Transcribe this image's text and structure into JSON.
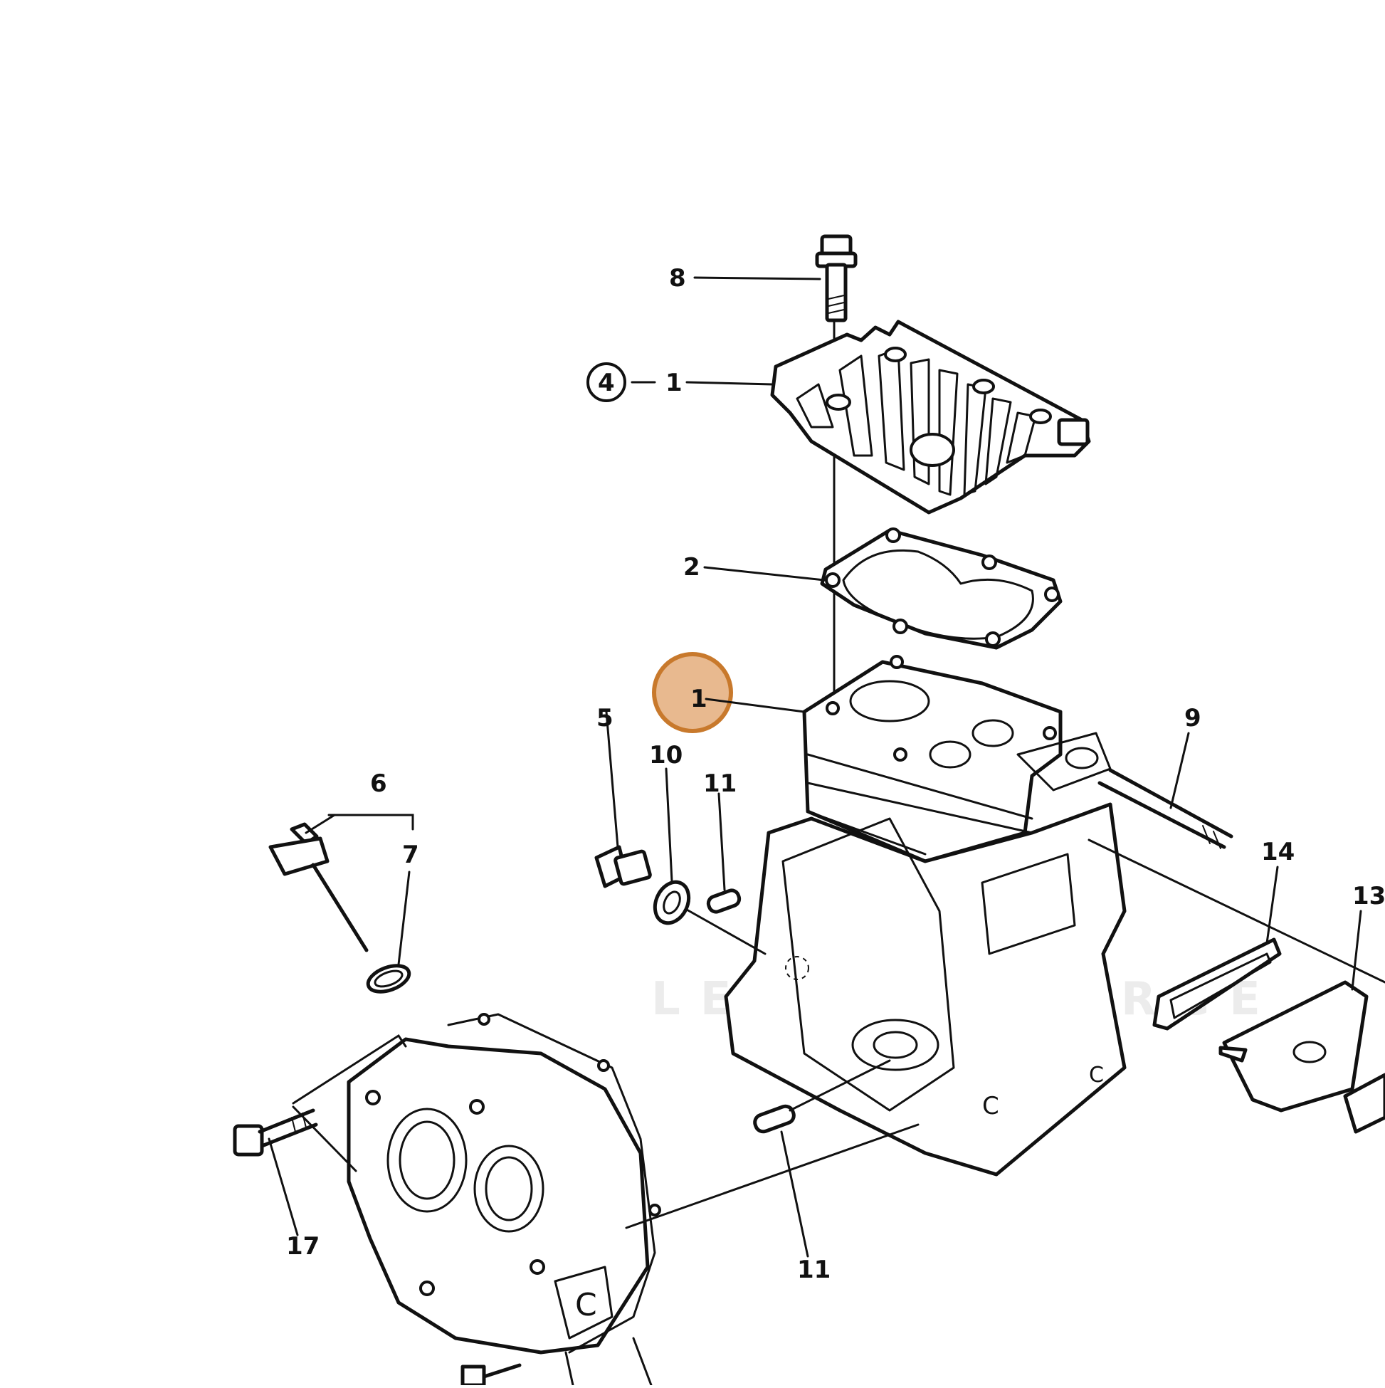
{
  "colors": {
    "line": "#111111",
    "background": "#ffffff",
    "highlight_fill": "#e8b98f",
    "highlight_stroke": "#c8792c",
    "watermark": "#ececec"
  },
  "watermark": {
    "text": "LEGEND FORCE"
  },
  "labels": {
    "bolt": "8",
    "head_ref_circle": "4",
    "head_ref_dash": "1",
    "gasket": "2",
    "cylinder_highlight": "1",
    "drain_plug": "5",
    "washer": "10",
    "dowel_upper": "11",
    "dipstick_group": "6",
    "oring": "7",
    "stud": "9",
    "gasket_side": "14",
    "cover_side": "13",
    "bolt_lower": "17",
    "dowel_lower": "11"
  }
}
